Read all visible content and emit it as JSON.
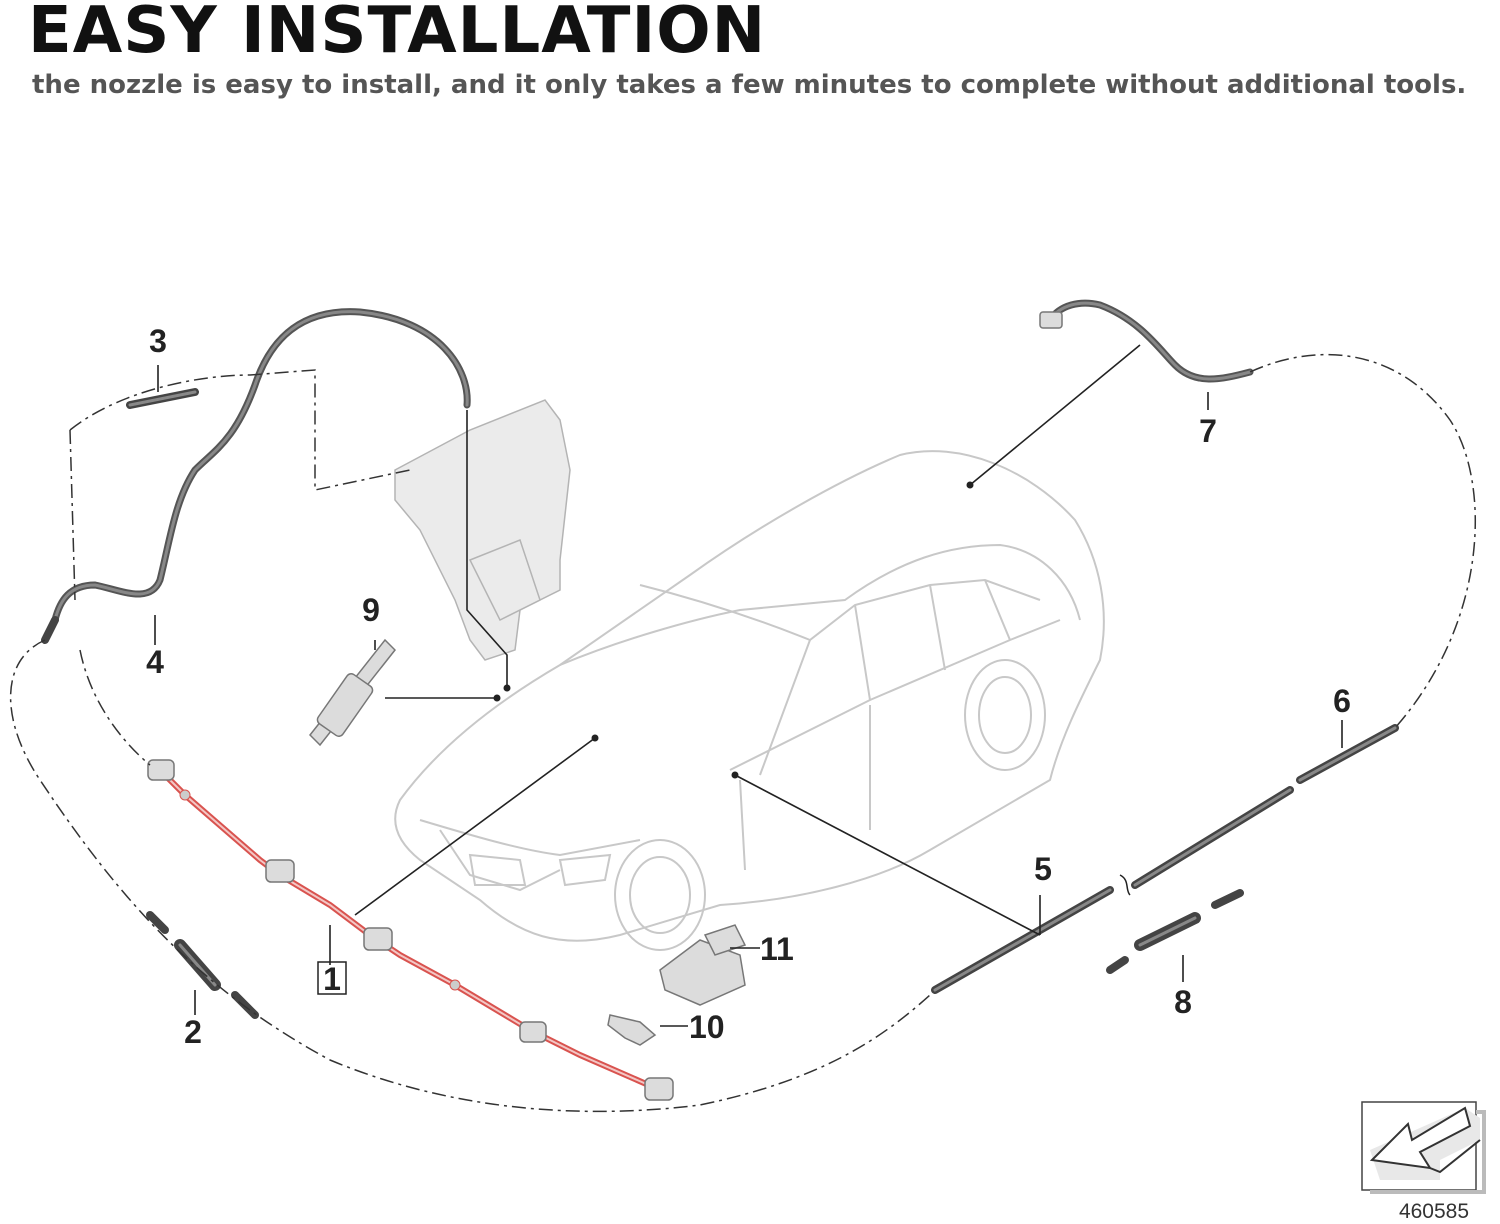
{
  "header": {
    "title": "EASY INSTALLATION",
    "subtitle": "the nozzle is easy to install, and it only takes a few minutes to complete without additional tools."
  },
  "diagram": {
    "callouts": [
      "1",
      "2",
      "3",
      "4",
      "5",
      "6",
      "7",
      "8",
      "9",
      "10",
      "11"
    ],
    "reference_number": "460585"
  },
  "colors": {
    "highlight": "#d9534f",
    "line": "#222222",
    "car_outline": "#c8c8c8",
    "subtitle": "#555555"
  }
}
